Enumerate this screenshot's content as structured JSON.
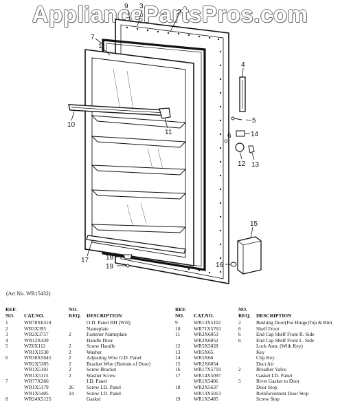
{
  "watermark": "AppliancePartsPros.com",
  "art_no": "(Art No. WR15432)",
  "callouts": [
    "9",
    "3",
    "2",
    "7",
    "1",
    "4",
    "5",
    "6",
    "14",
    "12",
    "13",
    "10",
    "11",
    "15",
    "16",
    "17",
    "18",
    "19"
  ],
  "header": {
    "ref": "REF.",
    "no": "NO.",
    "no2": "NO.",
    "req": "REQ.",
    "cat_no": "CAT.NO.",
    "description": "DESCRIPTION"
  },
  "left_rows": [
    [
      "1",
      "WR78X6310",
      "",
      "O.D. Panel RH (WH)"
    ],
    [
      "2",
      "WR3X395",
      "",
      "Nameplate"
    ],
    [
      "3",
      "WR2X3757",
      "2",
      "Fastener Nameplate"
    ],
    [
      "4",
      "WR12X439",
      "",
      "Handle Door"
    ],
    [
      "5",
      "WZ6X112",
      "2",
      "Screw Handle"
    ],
    [
      "",
      "WR1X1530",
      "2",
      "Washer"
    ],
    [
      "6",
      "WR30X5045",
      "2",
      "Adjusting Wire O.D. Panel"
    ],
    [
      "",
      "WR2X5385",
      "2",
      "Bracket Wire (Bottom of Door)"
    ],
    [
      "",
      "WR1X5101",
      "2",
      "Screw Bracket"
    ],
    [
      "",
      "WR1X5115",
      "2",
      "Washer Screw"
    ],
    [
      "7",
      "WR77X366",
      "",
      "I.D. Panel"
    ],
    [
      "",
      "WR1X5179",
      "26",
      "Screw I.D. Panel"
    ],
    [
      "",
      "WR1X5405",
      "24",
      "Screw I.D. Panel"
    ],
    [
      "8",
      "WR24X5125",
      "",
      "Gasket"
    ]
  ],
  "right_rows": [
    [
      "9",
      "WR13X5102",
      "2",
      "Bushing Door(For Hinge)Top & Btm"
    ],
    [
      "10",
      "WR71X5763",
      "6",
      "Shelf Front"
    ],
    [
      "11",
      "WR2X6053",
      "6",
      "End Cap Shelf Front R. Side"
    ],
    [
      "",
      "WR2X6052",
      "6",
      "End Cap Shelf Front L. Side"
    ],
    [
      "12",
      "WR5X5028",
      "",
      "Lock Asm. (With Key)"
    ],
    [
      "13",
      "WR5X65",
      "",
      "Key"
    ],
    [
      "14",
      "WR5X66",
      "",
      "Clip Key"
    ],
    [
      "15",
      "WR2X6054",
      "",
      "Duct Air"
    ],
    [
      "16",
      "WR17X5719",
      "2",
      "Breather Valve"
    ],
    [
      "17",
      "WR14X5097",
      "",
      "Gasket I.D. Panel"
    ],
    [
      "",
      "WR1X5406",
      "5",
      "Rivet Gasket to Door"
    ],
    [
      "18",
      "WR2X5637",
      "",
      "Door Stop"
    ],
    [
      "",
      "WR13X5013",
      "",
      "Reinforcement Door Stop"
    ],
    [
      "19",
      "WR1X5485",
      "",
      "Screw Stop"
    ]
  ]
}
